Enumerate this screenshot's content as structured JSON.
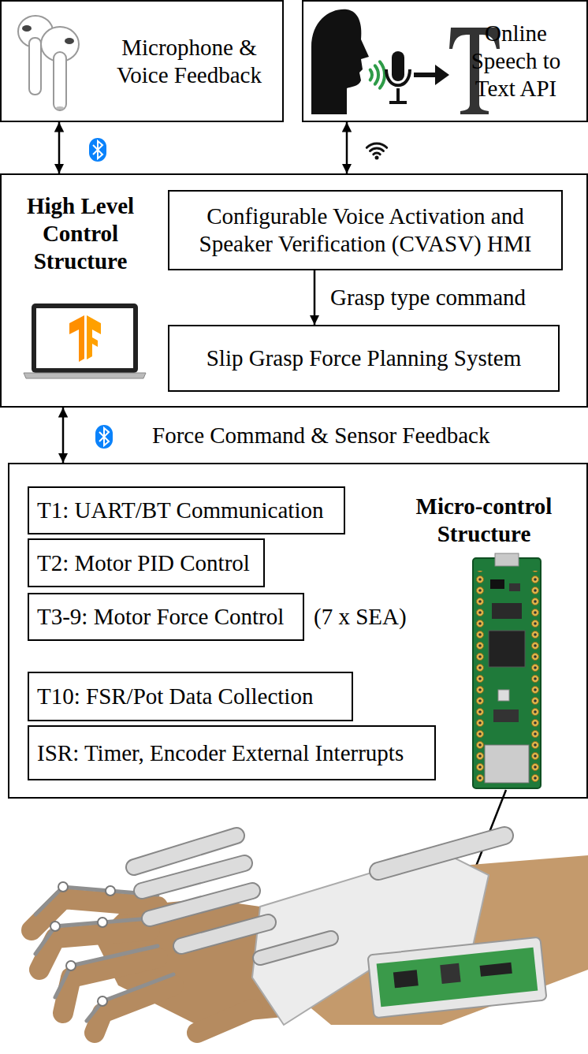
{
  "diagram": {
    "nodes": [
      {
        "text": [
          "Microphone & Voice Feedback"
        ]
      },
      {
        "text": [
          "Online Speech to Text API"
        ]
      },
      {
        "text": [
          "High Level Control Structure"
        ]
      },
      {
        "text": [
          "Configurable Voice Activation and Speaker Verification (CVASV) HMI"
        ],
        "in": 2
      },
      {
        "text": [
          "Slip Grasp Force Planning System"
        ],
        "in": 2
      },
      {
        "text": [
          "Micro-control Structure"
        ]
      },
      {
        "text": [
          "T1: UART/BT Communication"
        ],
        "in": 5
      },
      {
        "text": [
          "T2: Motor PID Control"
        ],
        "in": 5
      },
      {
        "text": [
          "T3-9: Motor Force Control"
        ],
        "in": 5
      },
      {
        "text": [
          "T10: FSR/Pot Data Collection"
        ],
        "in": 5
      },
      {
        "text": [
          "ISR: Timer, Encoder External Interrupts"
        ],
        "in": 5
      }
    ],
    "edges": [
      {
        "from": 0,
        "to": 2,
        "arrow": "both"
      },
      {
        "from": 1,
        "to": 2,
        "arrow": "both"
      },
      {
        "from": 3,
        "to": 4,
        "label": "Grasp type command",
        "arrow": "to"
      },
      {
        "from": 2,
        "to": 5,
        "label": "Force Command & Sensor Feedback",
        "arrow": "both"
      }
    ],
    "labels": [
      "(7 x SEA)"
    ]
  }
}
